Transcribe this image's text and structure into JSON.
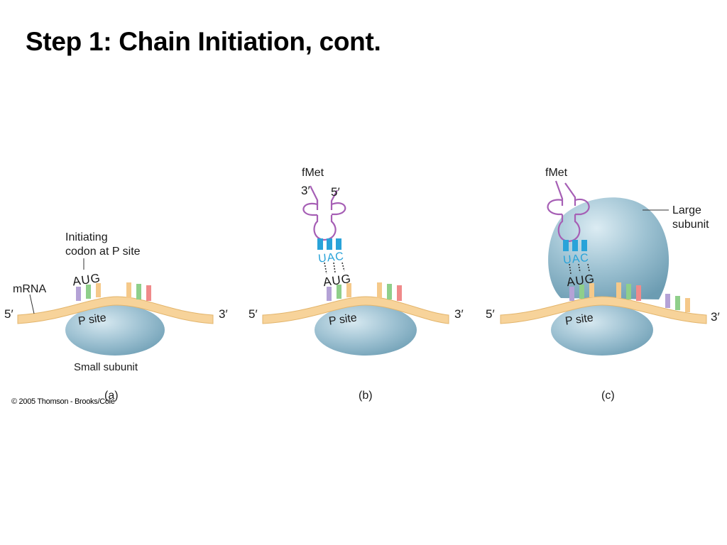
{
  "slide": {
    "title": "Step 1: Chain Initiation, cont.",
    "copyright": "© 2005 Thomson - Brooks/Cole"
  },
  "panel_a": {
    "caption": "(a)",
    "mrna_label": "mRNA",
    "five_prime": "5′",
    "three_prime": "3′",
    "initiating_label_line1": "Initiating",
    "initiating_label_line2": "codon at P site",
    "codon": "AUG",
    "p_site": "P site",
    "small_subunit": "Small subunit"
  },
  "panel_b": {
    "caption": "(b)",
    "five_prime": "5′",
    "three_prime": "3′",
    "fmet": "fMet",
    "trna_three_prime": "3′",
    "trna_five_prime": "5′",
    "anticodon": "UAC",
    "codon": "AUG",
    "p_site": "P site"
  },
  "panel_c": {
    "caption": "(c)",
    "five_prime": "5′",
    "three_prime": "3′",
    "fmet": "fMet",
    "large_subunit_line1": "Large",
    "large_subunit_line2": "subunit",
    "anticodon": "UAC",
    "codon": "AUG",
    "p_site": "P site"
  },
  "colors": {
    "mrna": "#f7d39a",
    "mrna_edge": "#e3b56c",
    "ribosome": "#8fb8cc",
    "trna": "#a65fb5",
    "anticodon": "#29a3d9",
    "codon_purple": "#b4a2d6",
    "codon_green": "#8fcf8a",
    "codon_tan": "#f5c98a",
    "codon_red": "#f08a8a"
  }
}
